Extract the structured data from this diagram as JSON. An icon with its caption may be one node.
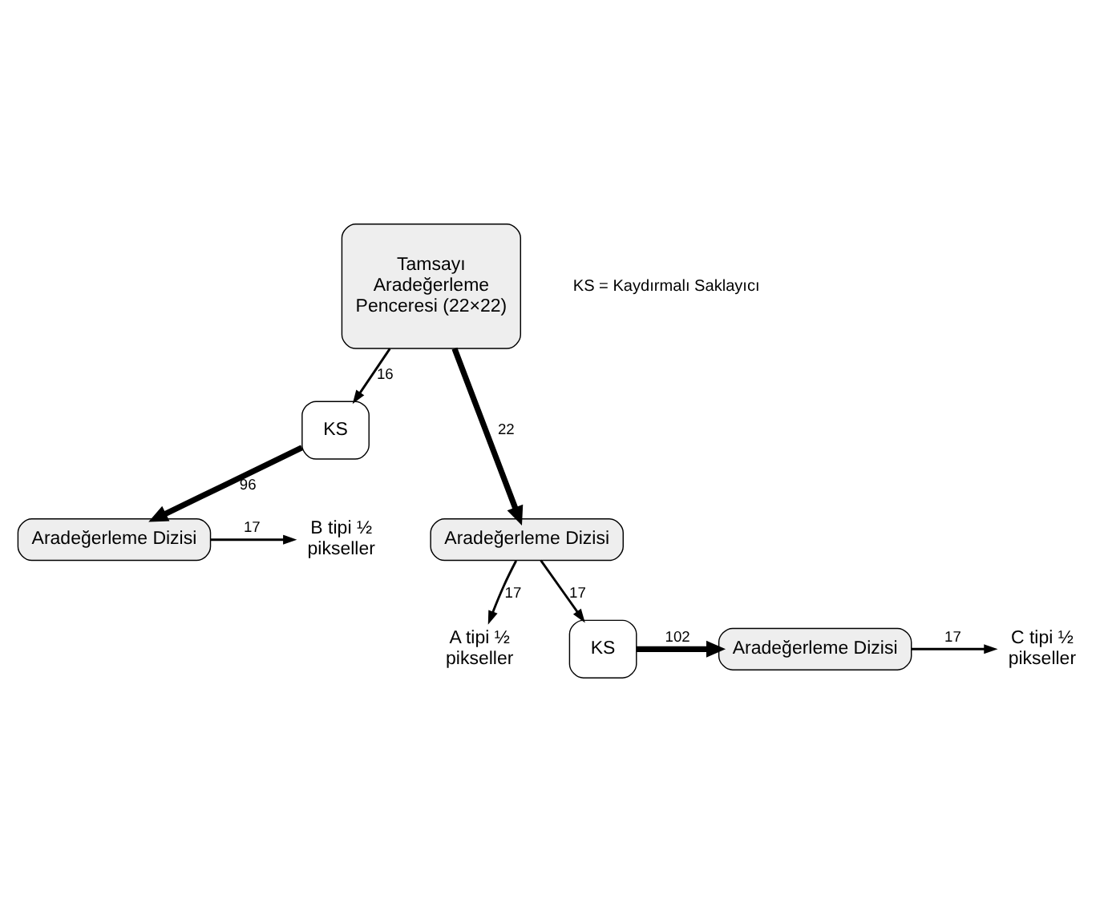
{
  "diagram": {
    "nodes": [
      {
        "text": [
          "Tamsayı Aradeğerleme Penceresi (22×22)"
        ]
      },
      {
        "text": [
          "KS"
        ]
      },
      {
        "text": [
          "Aradeğerleme Dizisi"
        ]
      },
      {
        "text": [
          "Aradeğerleme Dizisi"
        ]
      },
      {
        "text": [
          "B tipi ½ pikseller"
        ]
      },
      {
        "text": [
          "A tipi ½ pikseller"
        ]
      },
      {
        "text": [
          "KS"
        ]
      },
      {
        "text": [
          "Aradeğerleme Dizisi"
        ]
      },
      {
        "text": [
          "C tipi ½ pikseller"
        ]
      }
    ],
    "edges": [
      {
        "from": 0,
        "to": 1,
        "arrow": "to",
        "label": "16"
      },
      {
        "from": 0,
        "to": 2,
        "arrow": "to",
        "label": "22",
        "style": "thick"
      },
      {
        "from": 1,
        "to": 3,
        "arrow": "to",
        "label": "96",
        "style": "thick"
      },
      {
        "from": 3,
        "to": 4,
        "arrow": "to",
        "label": "17"
      },
      {
        "from": 2,
        "to": 5,
        "arrow": "to",
        "label": "17"
      },
      {
        "from": 2,
        "to": 6,
        "arrow": "to",
        "label": "17"
      },
      {
        "from": 6,
        "to": 7,
        "arrow": "to",
        "label": "102",
        "style": "thick"
      },
      {
        "from": 7,
        "to": 8,
        "arrow": "to",
        "label": "17"
      }
    ],
    "labels": [
      "KS = Kaydırmalı Saklayıcı"
    ]
  }
}
